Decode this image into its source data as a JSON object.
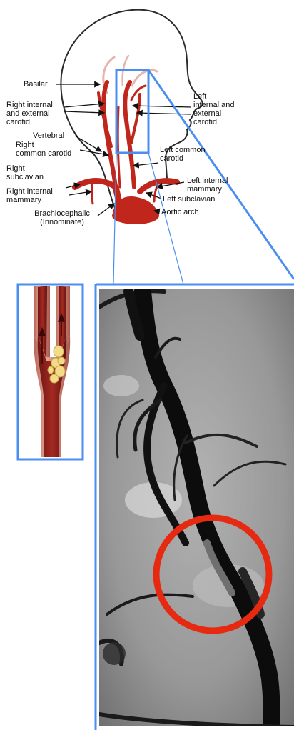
{
  "labels": {
    "basilar": "Basilar",
    "right_internal_external_carotid": "Right internal\nand external\ncarotid",
    "vertebral": "Vertebral",
    "right_common_carotid": "Right\ncommon carotid",
    "right_subclavian": "Right\nsubclavian",
    "right_internal_mammary": "Right internal\nmammary",
    "brachiocephalic": "Brachiocephalic\n(Innominate)",
    "left_internal_external_carotid": "Left\ninternal and\nexternal\ncarotid",
    "left_common_carotid": "Left common\ncarotid",
    "left_internal_mammary": "Left internal\nmammary",
    "left_subclavian": "Left subclavian",
    "aortic_arch": "Aortic arch"
  },
  "colors": {
    "zoom_lines": "#4a8ff0",
    "artery": "#c0261b",
    "vessel_wall": "#d9897a",
    "plaque": "#f2dc8a",
    "stenosis_circle": "#e62a12",
    "angiogram_bg": "#8c8c8c"
  },
  "icons": {
    "stenosis_marker": "red-circle",
    "flow_direction": "arrow-up"
  }
}
